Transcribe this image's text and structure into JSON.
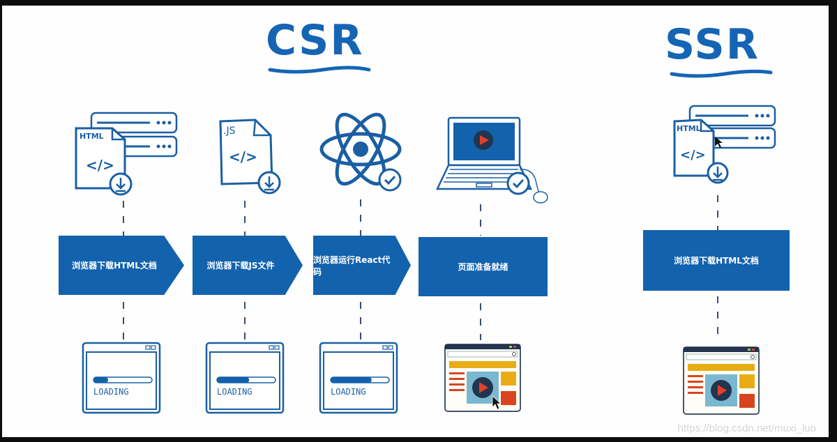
{
  "colors": {
    "primary": "#1262ad",
    "title": "#1565b4",
    "icon_stroke": "#1a5fa3",
    "yellow": "#e8ad16",
    "red": "#d9441e",
    "light_blue": "#7ab8d2",
    "dark_navy": "#23344f"
  },
  "csr": {
    "title": "CSR",
    "steps": [
      {
        "label": "浏览器下载HTML文档",
        "icon": "html-file-download-icon",
        "screen": "loading",
        "loading_text": "LOADING",
        "progress": 0.25
      },
      {
        "label": "浏览器下载JS文件",
        "icon": "js-file-download-icon",
        "screen": "loading",
        "loading_text": "LOADING",
        "progress": 0.55
      },
      {
        "label": "浏览器运行React代码",
        "icon": "react-check-icon",
        "screen": "loading",
        "loading_text": "LOADING",
        "progress": 0.7
      },
      {
        "label": "页面准备就绪",
        "icon": "laptop-check-icon",
        "screen": "rendered-page"
      }
    ],
    "file_labels": {
      "html": "HTML",
      "js": ".JS",
      "code": "</>"
    }
  },
  "ssr": {
    "title": "SSR",
    "steps": [
      {
        "label": "浏览器下载HTML文档",
        "icon": "html-file-download-icon",
        "screen": "rendered-page"
      }
    ],
    "file_labels": {
      "html": "HTML",
      "code": "</>"
    }
  },
  "watermark": "https://blog.csdn.net/muxi_luo"
}
